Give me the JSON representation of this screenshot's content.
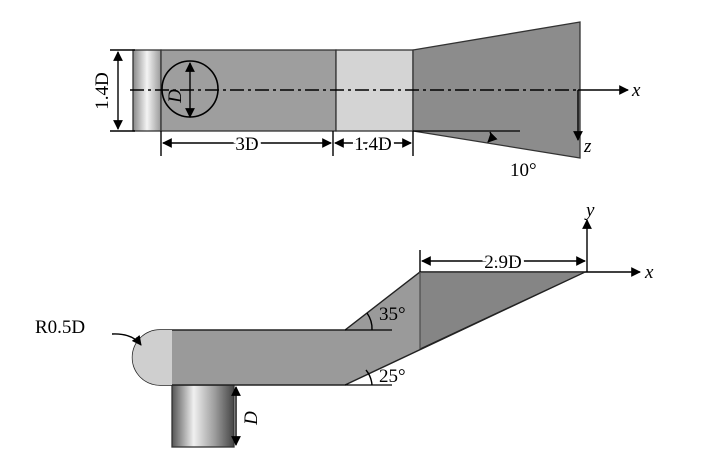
{
  "colors": {
    "body_fill": "#a0a0a0",
    "dark_fill": "#8a8a8a",
    "light_fill": "#d6d6d6",
    "line": "#000000"
  },
  "top_view": {
    "height_label": "1.4D",
    "diameter_label": "D",
    "length_label": "3D",
    "inlet_label": "1.4D",
    "angle_label": "10°",
    "axis_x": "x",
    "axis_z": "z"
  },
  "side_view": {
    "radius_label": "R0.5D",
    "angle_upper": "35°",
    "angle_lower": "25°",
    "diffuser_length_label": "2.9D",
    "pipe_label": "D",
    "axis_x": "x",
    "axis_y": "y"
  }
}
